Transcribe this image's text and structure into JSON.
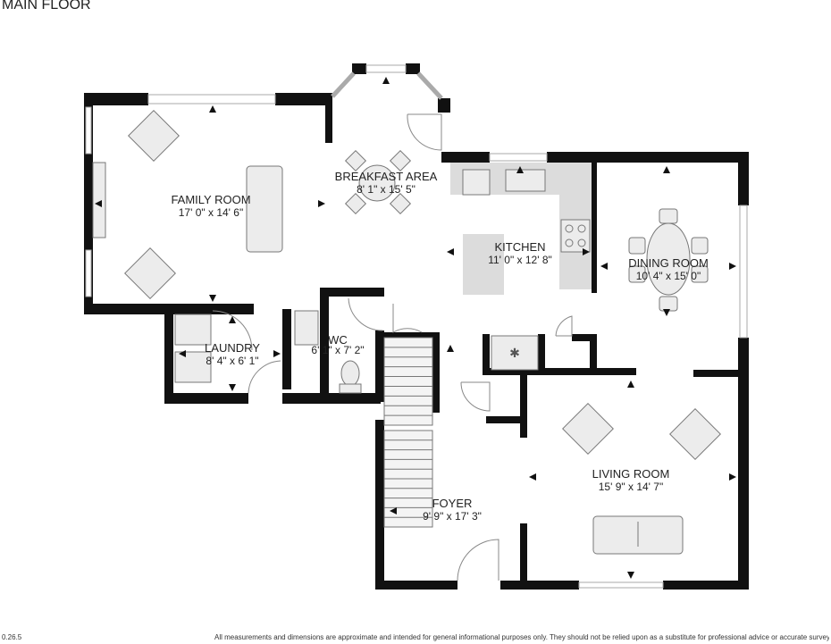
{
  "floor_title": "MAIN FLOOR",
  "rooms": {
    "family": {
      "name": "FAMILY ROOM",
      "dims": "17' 0\" x 14' 6\""
    },
    "breakfast": {
      "name": "BREAKFAST AREA",
      "dims": "8' 1\" x 15' 5\""
    },
    "kitchen": {
      "name": "KITCHEN",
      "dims": "11' 0\" x 12' 8\""
    },
    "dining": {
      "name": "DINING ROOM",
      "dims": "10' 4\" x 15' 0\""
    },
    "laundry": {
      "name": "LAUNDRY",
      "dims": "8' 4\" x 6' 1\""
    },
    "wc": {
      "name": "WC",
      "dims": "6' 1\" x 7' 2\""
    },
    "living": {
      "name": "LIVING ROOM",
      "dims": "15' 9\" x 14' 7\""
    },
    "foyer": {
      "name": "FOYER",
      "dims": "9' 9\" x 17' 3\""
    }
  },
  "footer": {
    "version": "0.26.5",
    "disclaimer": "All measurements and dimensions are approximate and intended for general informational purposes only. They should not be relied upon as a substitute for professional advice or accurate surveying"
  },
  "colors": {
    "wall": "#111111",
    "furniture": "#ececec",
    "counter": "#dcdcdc",
    "window": "#ffffff"
  }
}
